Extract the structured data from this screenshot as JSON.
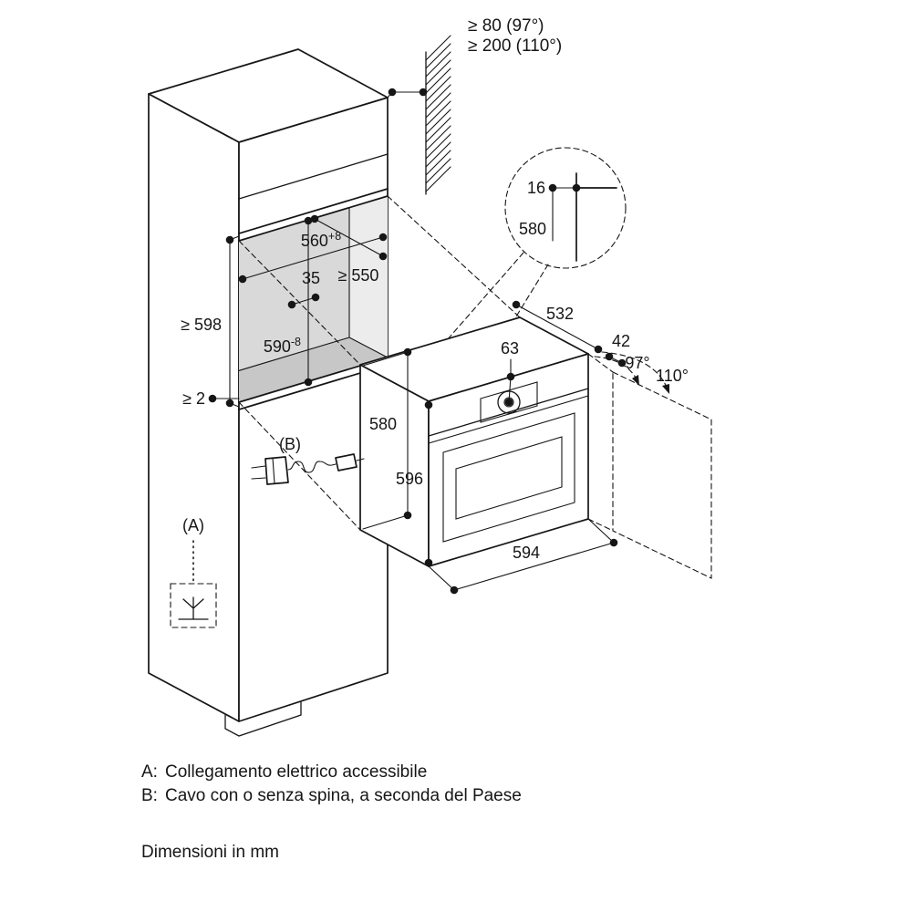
{
  "notes": {
    "a_label": "A:",
    "a_text": "Collegamento elettrico accessibile",
    "b_label": "B:",
    "b_text": "Cavo con o senza spina, a seconda del Paese",
    "units_text": "Dimensioni in mm"
  },
  "dimensions": {
    "wall_clearance_97": "≥ 80 (97°)",
    "wall_clearance_110": "≥ 200 (110°)",
    "detail_overlap": "16",
    "detail_height": "580",
    "niche_width_main": "560",
    "niche_width_sup": "+8",
    "niche_side_clearance": "35",
    "niche_depth": "≥ 550",
    "niche_min_height": "≥ 598",
    "niche_height_main": "590",
    "niche_height_sup": "-8",
    "bottom_gap": "≥ 2",
    "oven_body_depth": "532",
    "knob_offset": "63",
    "door_clearance": "42",
    "door_angle_1": "97°",
    "door_angle_2": "110°",
    "oven_body_height": "580",
    "oven_front_height": "596",
    "oven_width": "594",
    "callout_a": "(A)",
    "callout_b": "(B)"
  },
  "colors": {
    "line": "#161616",
    "niche_back": "#d9d9d9",
    "niche_floor": "#c7c7c7",
    "niche_wall": "#ececec"
  }
}
